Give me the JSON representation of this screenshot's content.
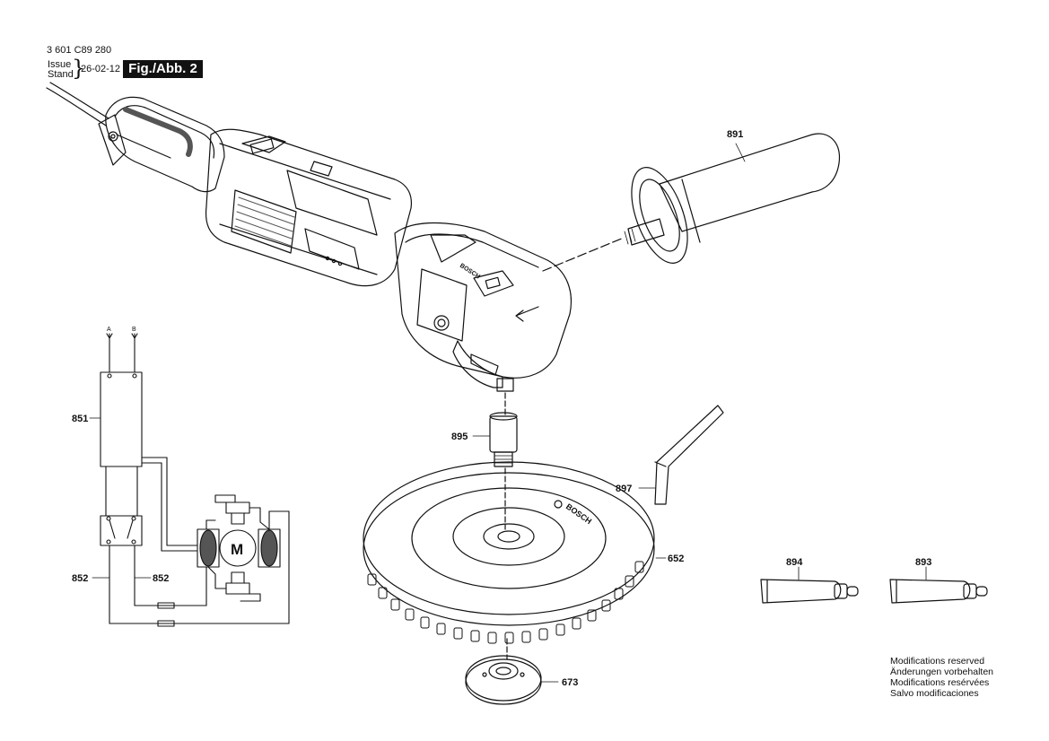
{
  "header": {
    "part_number": "3 601 C89 280",
    "issue_label": "Issue",
    "stand_label": "Stand",
    "date": "26-02-12",
    "figure_label": "Fig./Abb. 2"
  },
  "parts": {
    "p891": "891",
    "p895": "895",
    "p897": "897",
    "p652": "652",
    "p894": "894",
    "p893": "893",
    "p673": "673",
    "p851": "851",
    "p852a": "852",
    "p852b": "852"
  },
  "circuit": {
    "terminal_a": "A",
    "terminal_b": "B",
    "motor": "M"
  },
  "brand": {
    "head_text": "BOSCH",
    "pad_text": "BOSCH"
  },
  "notes": [
    "Modifications reserved",
    "Änderungen vorbehalten",
    "Modifications resérvées",
    "Salvo modificaciones"
  ],
  "colors": {
    "line": "#111111",
    "grip": "#555555",
    "background": "#ffffff"
  }
}
